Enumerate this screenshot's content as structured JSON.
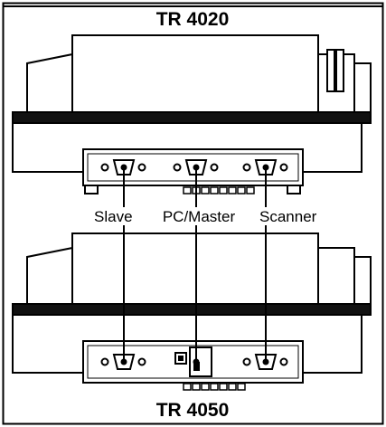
{
  "devices": {
    "top": {
      "title": "TR 4020"
    },
    "bottom": {
      "title": "TR 4050"
    }
  },
  "port_labels": {
    "slave": "Slave",
    "pc_master": "PC/Master",
    "scanner": "Scanner"
  }
}
